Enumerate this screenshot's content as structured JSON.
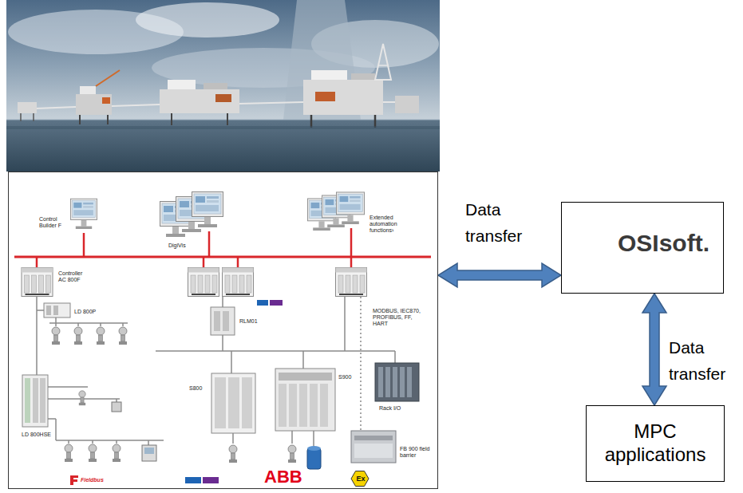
{
  "diagram": {
    "nodes": [
      {
        "text": [
          "Control Builder F",
          "DigiVis",
          "Extended automation functions¹",
          "Controller AC 800F",
          "LD 800P",
          "RLM01",
          "MODBUS, IEC870, PROFIBUS, FF, HART",
          "S800",
          "S900",
          "Rack I/O",
          "FB 900 field barrier",
          "LD 800HSE",
          "Fieldbus",
          "ABB",
          "Ex"
        ]
      },
      {
        "text": [
          "OSIsoft."
        ]
      },
      {
        "text": [
          "MPC applications"
        ]
      }
    ],
    "edges": [
      {
        "from": 0,
        "to": 1,
        "label": "Data transfer",
        "arrow": "both"
      },
      {
        "from": 1,
        "to": 2,
        "label": "Data transfer",
        "arrow": "both"
      }
    ]
  }
}
